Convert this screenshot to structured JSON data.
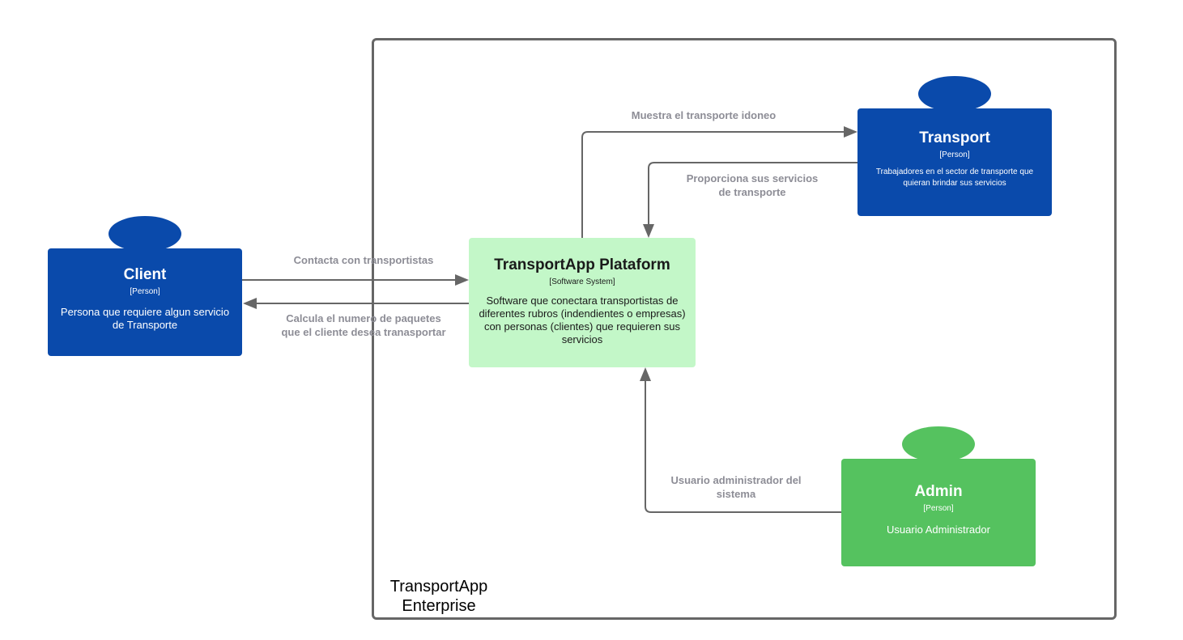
{
  "boundary": {
    "label_line1": "TransportApp",
    "label_line2": "Enterprise"
  },
  "nodes": {
    "client": {
      "title": "Client",
      "kind": "[Person]",
      "desc_line1": "Persona que requiere algun servicio",
      "desc_line2": "de Transporte",
      "color": "#0a4aab"
    },
    "transport": {
      "title": "Transport",
      "kind": "[Person]",
      "desc_line1": "Trabajadores en el sector de transporte que",
      "desc_line2": "quieran brindar sus servicios",
      "color": "#0a4aab"
    },
    "platform": {
      "title": "TransportApp Plataform",
      "kind": "[Software System]",
      "desc_line1": "Software que conectara transportistas de",
      "desc_line2": "diferentes rubros (indendientes o empresas)",
      "desc_line3": "con personas (clientes) que requieren sus",
      "desc_line4": "servicios",
      "color": "#c3f7c8"
    },
    "admin": {
      "title": "Admin",
      "kind": "[Person]",
      "desc_line1": "Usuario Administrador",
      "color": "#55c25f"
    }
  },
  "edges": {
    "client_to_platform": {
      "line1": "Contacta con transportistas"
    },
    "platform_to_client": {
      "line1": "Calcula el numero de paquetes",
      "line2": "que el cliente desea tranasportar"
    },
    "platform_to_transport": {
      "line1": "Muestra el transporte idoneo"
    },
    "transport_to_platform": {
      "line1": "Proporciona sus servicios",
      "line2": "de transporte"
    },
    "admin_to_platform": {
      "line1": "Usuario administrador del",
      "line2": "sistema"
    }
  }
}
